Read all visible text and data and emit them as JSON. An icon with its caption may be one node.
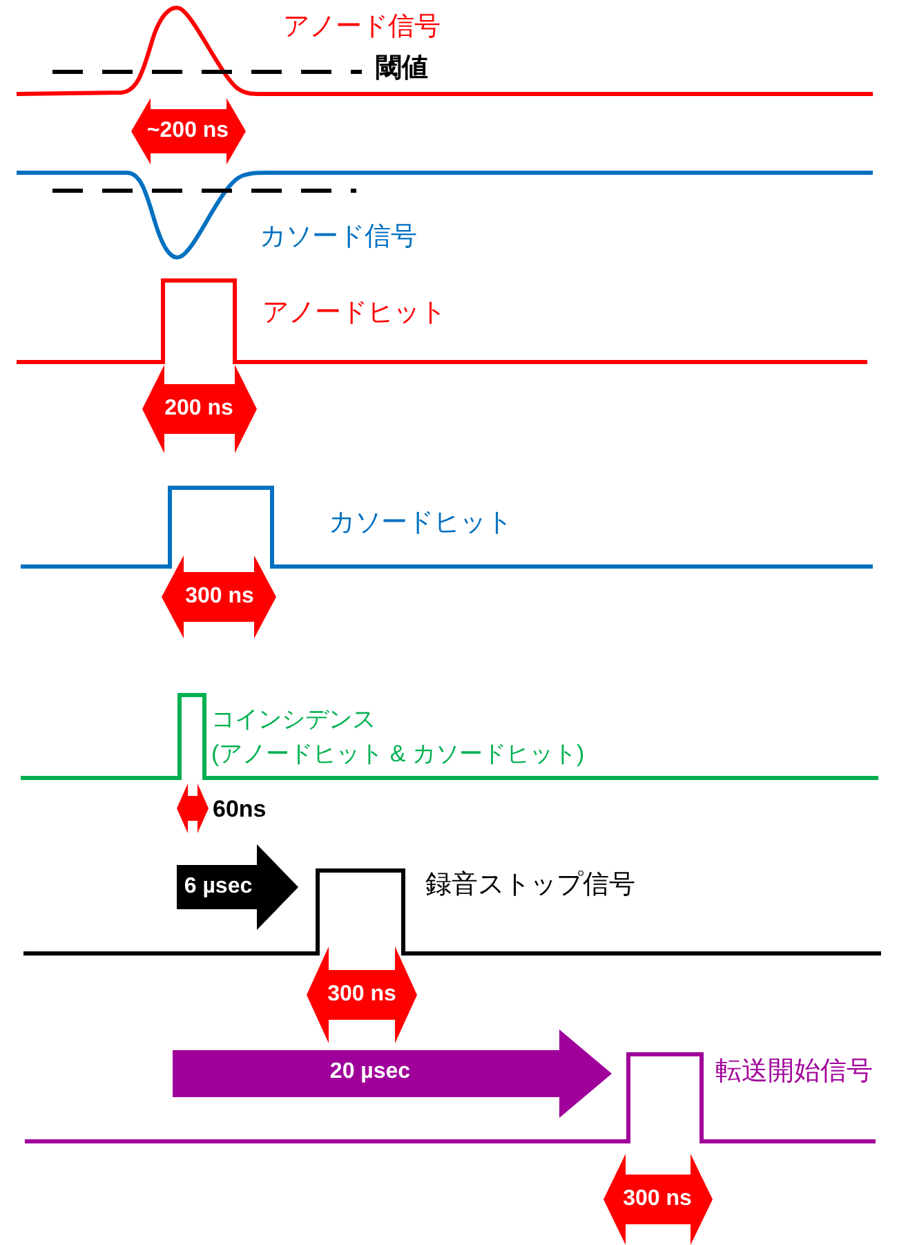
{
  "diagram": {
    "labels": [
      "アノード信号",
      "閾値",
      "~200 ns",
      "カソード信号",
      "アノードヒット",
      "200 ns",
      "カソードヒット",
      "300 ns",
      "コインシデンス",
      "(アノードヒット & カソードヒット)",
      "60ns",
      "6 µsec",
      "録音ストップ信号",
      "300 ns",
      "20 µsec",
      "転送開始信号",
      "300 ns"
    ]
  }
}
